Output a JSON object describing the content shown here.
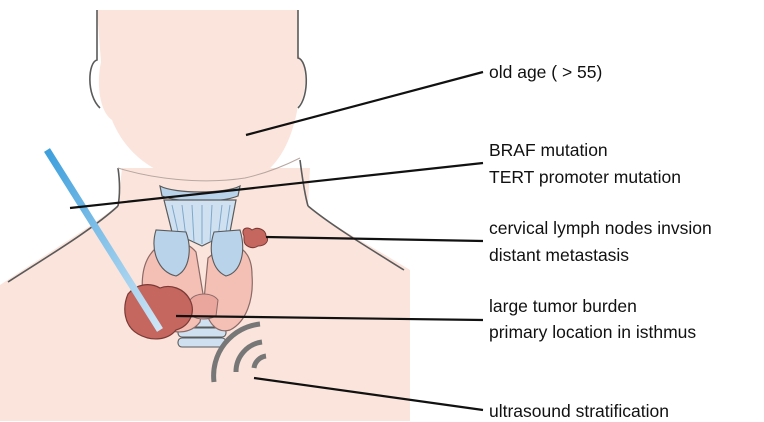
{
  "labels": {
    "age": "old age ( > 55)",
    "braf": "BRAF mutation",
    "tert": "TERT promoter mutation",
    "lymph": "cervical lymph nodes invsion",
    "metastasis": "distant metastasis",
    "burden": "large tumor burden",
    "isthmus": "primary location in isthmus",
    "ultrasound": "ultrasound stratification"
  },
  "colors": {
    "skin": "#fbe4dc",
    "outline": "#5a5a5a",
    "thyroid": "#f2b8ae",
    "tumor": "#c5665f",
    "cartilage": "#b9d3ea",
    "needle": "#4fa8dc",
    "signal": "#777777"
  }
}
